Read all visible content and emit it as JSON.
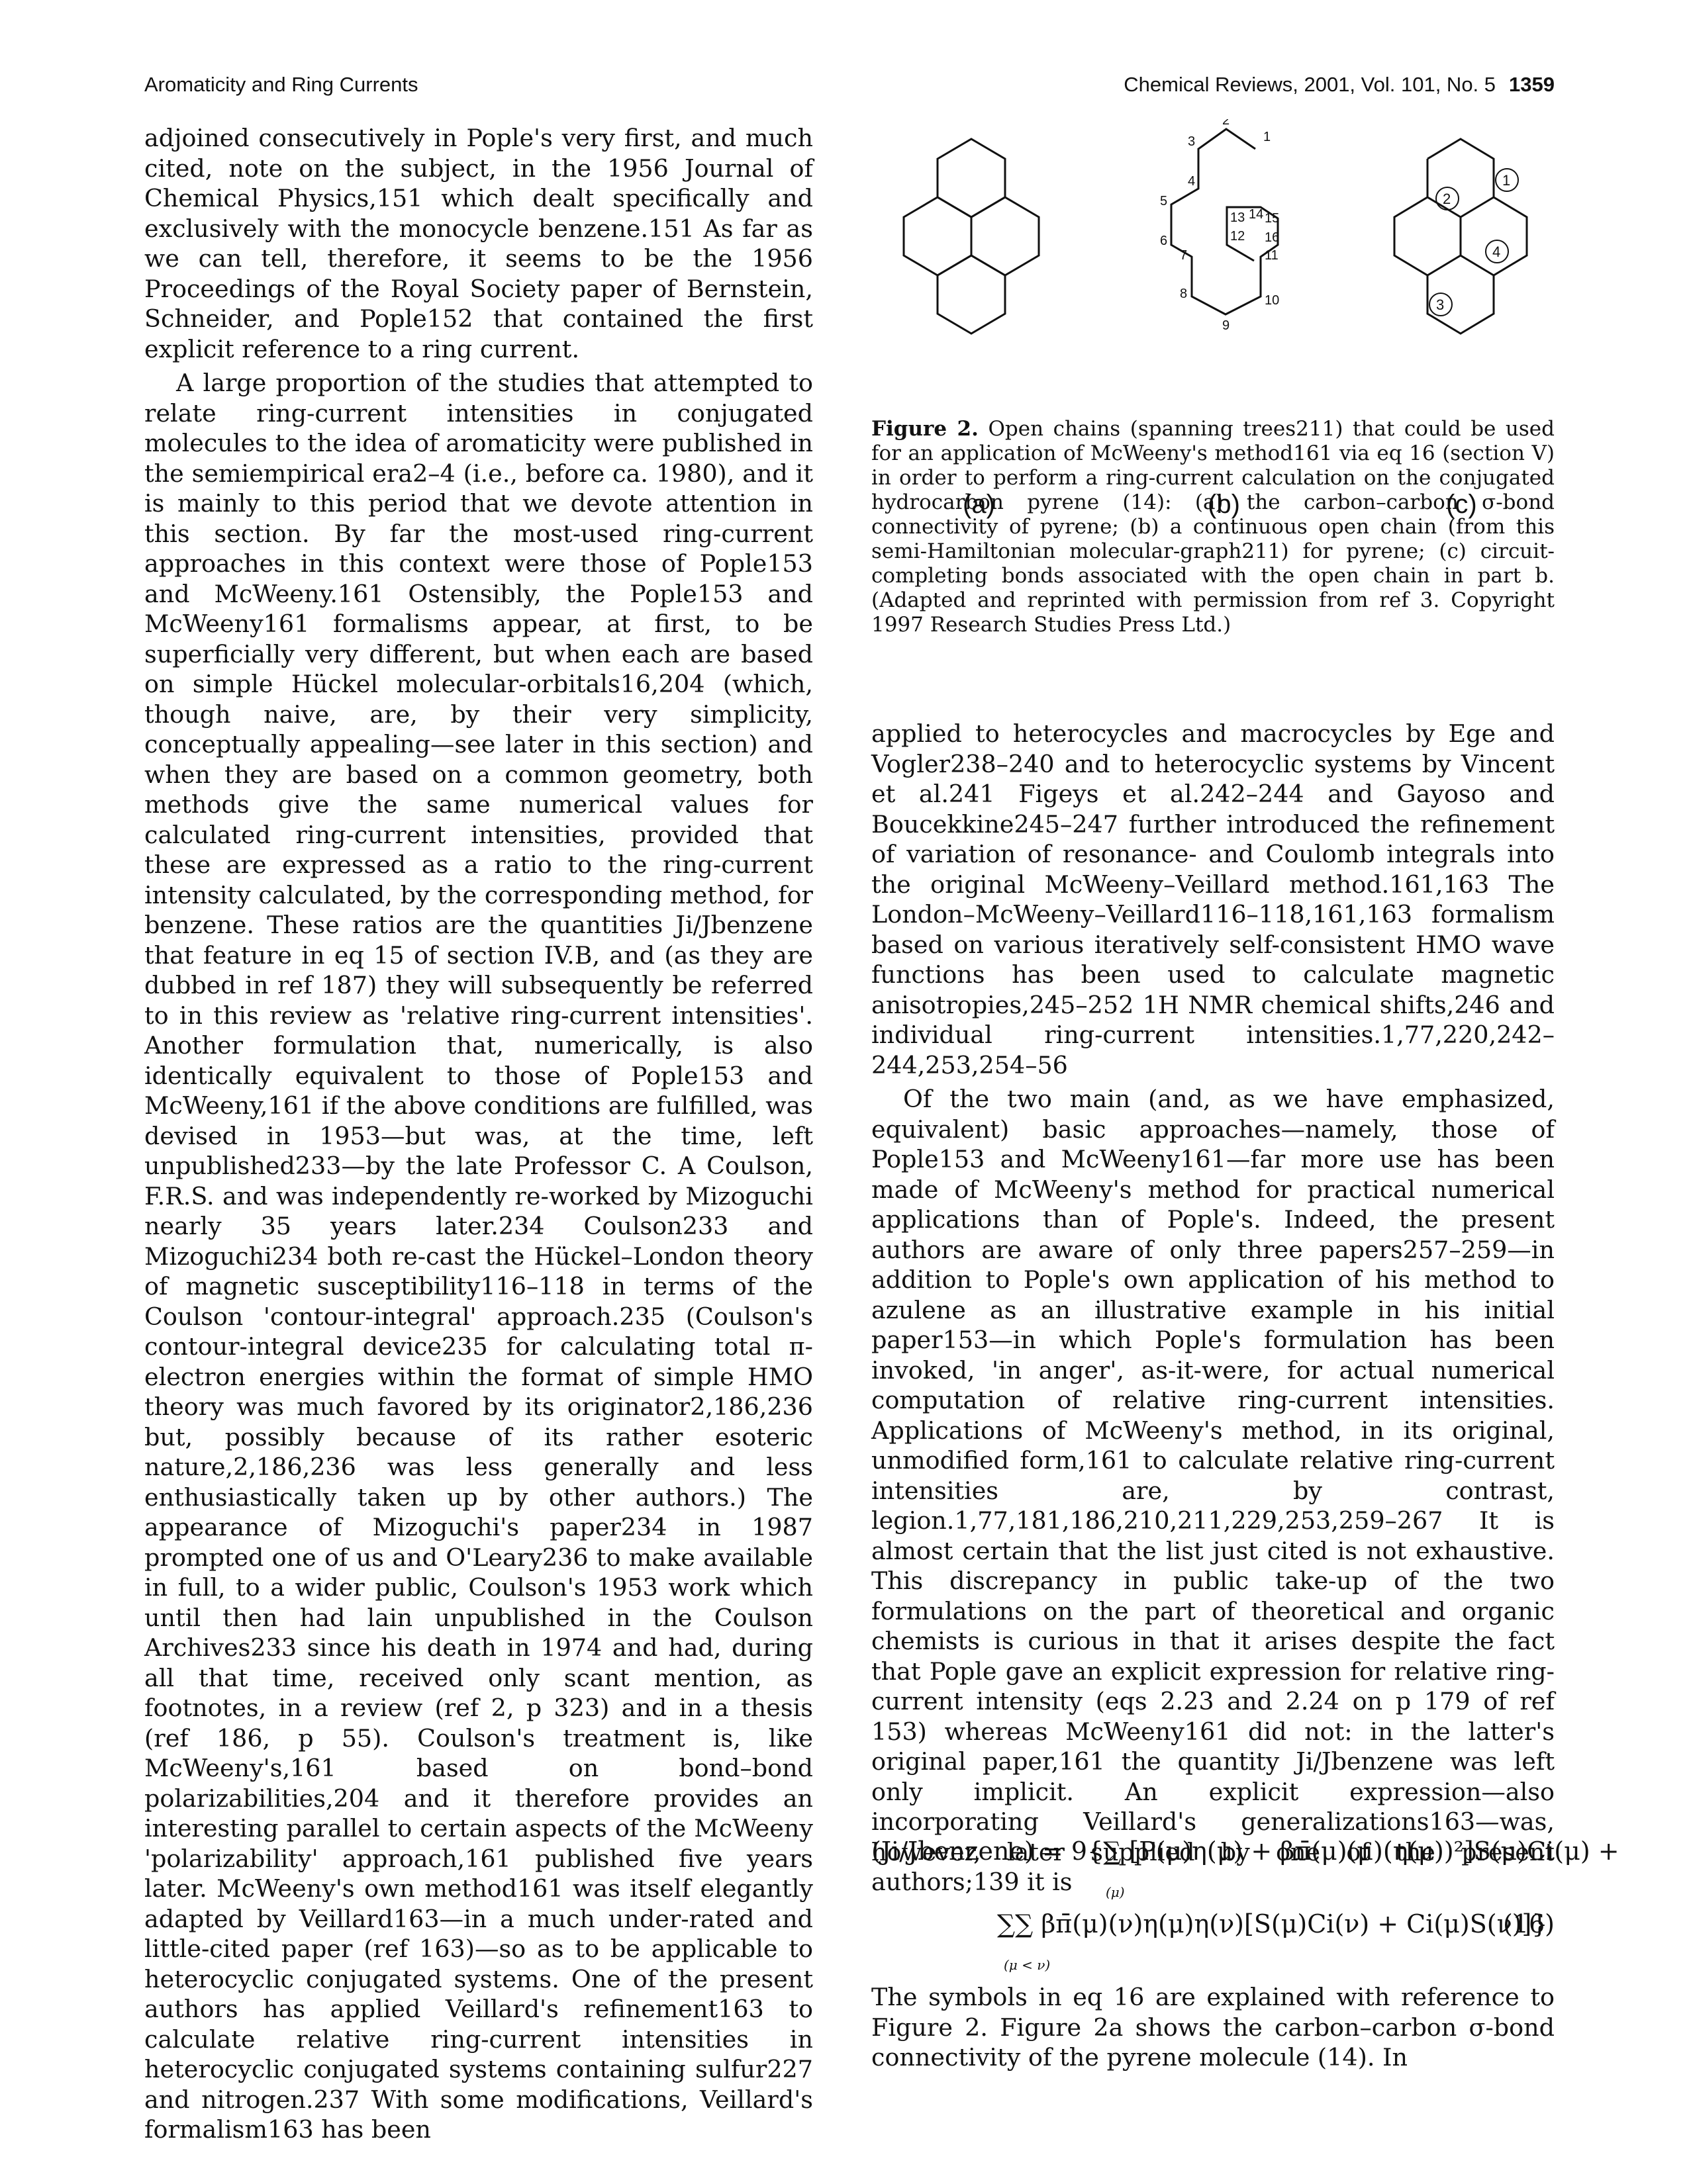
{
  "header": {
    "left": "Aromaticity and Ring Currents",
    "journal": "Chemical Reviews, 2001, Vol. 101, No. 5",
    "page": "1359"
  },
  "figure": {
    "panel_labels": [
      "(a)",
      "(b)",
      "(c)"
    ],
    "chain_numbers": [
      "1",
      "2",
      "3",
      "4",
      "5",
      "6",
      "7",
      "8",
      "9",
      "10",
      "11",
      "12",
      "13",
      "14",
      "15",
      "16"
    ],
    "circuit_labels": [
      "1",
      "2",
      "3",
      "4"
    ],
    "caption_label": "Figure 2.",
    "caption_text": " Open chains (spanning trees211) that could be used for an application of McWeeny's method161 via eq 16 (section V) in order to perform a ring-current calculation on the conjugated hydrocarbon pyrene (14): (a) the carbon–carbon σ-bond connectivity of pyrene; (b) a continuous open chain (from this semi-Hamiltonian molecular-graph211) for pyrene; (c) circuit-completing bonds associated with the open chain in part b. (Adapted and reprinted with permission from ref 3. Copyright 1997 Research Studies Press Ltd.)"
  },
  "left_column": {
    "p1": "adjoined consecutively in Pople's very first, and much cited, note on the subject, in the 1956 Journal of Chemical Physics,151 which dealt specifically and exclusively with the monocycle benzene.151 As far as we can tell, therefore, it seems to be the 1956 Proceedings of the Royal Society paper of Bernstein, Schneider, and Pople152 that contained the first explicit reference to a ring current.",
    "p2": "A large proportion of the studies that attempted to relate ring-current intensities in conjugated molecules to the idea of aromaticity were published in the semiempirical era2–4 (i.e., before ca. 1980), and it is mainly to this period that we devote attention in this section. By far the most-used ring-current approaches in this context were those of Pople153 and McWeeny.161 Ostensibly, the Pople153 and McWeeny161 formalisms appear, at first, to be superficially very different, but when each are based on simple Hückel molecular-orbitals16,204 (which, though naive, are, by their very simplicity, conceptually appealing—see later in this section) and when they are based on a common geometry, both methods give the same numerical values for calculated ring-current intensities, provided that these are expressed as a ratio to the ring-current intensity calculated, by the corresponding method, for benzene. These ratios are the quantities Ji/Jbenzene that feature in eq 15 of section IV.B, and (as they are dubbed in ref 187) they will subsequently be referred to in this review as 'relative ring-current intensities'. Another formulation that, numerically, is also identically equivalent to those of Pople153 and McWeeny,161 if the above conditions are fulfilled, was devised in 1953—but was, at the time, left unpublished233—by the late Professor C. A Coulson, F.R.S. and was independently re-worked by Mizoguchi nearly 35 years later.234 Coulson233 and Mizoguchi234 both re-cast the Hückel–London theory of magnetic susceptibility116–118 in terms of the Coulson 'contour-integral' approach.235 (Coulson's contour-integral device235 for calculating total π-electron energies within the format of simple HMO theory was much favored by its originator2,186,236 but, possibly because of its rather esoteric nature,2,186,236 was less generally and less enthusiastically taken up by other authors.) The appearance of Mizoguchi's paper234 in 1987 prompted one of us and O'Leary236 to make available in full, to a wider public, Coulson's 1953 work which until then had lain unpublished in the Coulson Archives233 since his death in 1974 and had, during all that time, received only scant mention, as footnotes, in a review (ref 2, p 323) and in a thesis (ref 186, p 55). Coulson's treatment is, like McWeeny's,161 based on bond–bond polarizabilities,204 and it therefore provides an interesting parallel to certain aspects of the McWeeny 'polarizability' approach,161 published five years later. McWeeny's own method161 was itself elegantly adapted by Veillard163—in a much under-rated and little-cited paper (ref 163)—so as to be applicable to heterocyclic conjugated systems. One of the present authors has applied Veillard's refinement163 to calculate relative ring-current intensities in heterocyclic conjugated systems containing sulfur227 and nitrogen.237 With some modifications, Veillard's formalism163 has been"
  },
  "right_column": {
    "p1": "applied to heterocycles and macrocycles by Ege and Vogler238–240 and to heterocyclic systems by Vincent et al.241 Figeys et al.242–244 and Gayoso and Boucekkine245–247 further introduced the refinement of variation of resonance- and Coulomb integrals into the original McWeeny–Veillard method.161,163 The London–McWeeny–Veillard116–118,161,163 formalism based on various iteratively self-consistent HMO wave functions has been used to calculate magnetic anisotropies,245–252 1H NMR chemical shifts,246 and individual ring-current intensities.1,77,220,242–244,253,254–56",
    "p2": "Of the two main (and, as we have emphasized, equivalent) basic approaches—namely, those of Pople153 and McWeeny161—far more use has been made of McWeeny's method for practical numerical applications than of Pople's. Indeed, the present authors are aware of only three papers257–259—in addition to Pople's own application of his method to azulene as an illustrative example in his initial paper153—in which Pople's formulation has been invoked, 'in anger', as-it-were, for actual numerical computation of relative ring-current intensities. Applications of McWeeny's method, in its original, unmodified form,161 to calculate relative ring-current intensities are, by contrast, legion.1,77,181,186,210,211,229,253,259–267 It is almost certain that the list just cited is not exhaustive. This discrepancy in public take-up of the two formulations on the part of theoretical and organic chemists is curious in that it arises despite the fact that Pople gave an explicit expression for relative ring-current intensity (eqs 2.23 and 2.24 on p 179 of ref 153) whereas McWeeny161 did not: in the latter's original paper,161 the quantity Ji/Jbenzene was left only implicit. An explicit expression—also incorporating Veillard's generalizations163—was, however, later supplied by one of the present authors;139 it is",
    "p3": "The symbols in eq 16 are explained with reference to Figure 2. Figure 2a shows the carbon–carbon σ-bond connectivity of the pyrene molecule (14). In"
  },
  "equation": {
    "lhs": "(Ji/Jbenzene) = 9{",
    "line1": "∑ [P(μ)η(μ) + βπ̄(μ)(μ)(η(μ))²]S(μ)Ci(μ) +",
    "sum1_index": "(μ)",
    "line2": "∑∑ βπ̄(μ)(ν)η(μ)η(ν)[S(μ)Ci(ν) + Ci(μ)S(ν)]}",
    "sum2_index": "(μ < ν)",
    "number": "(16)"
  }
}
